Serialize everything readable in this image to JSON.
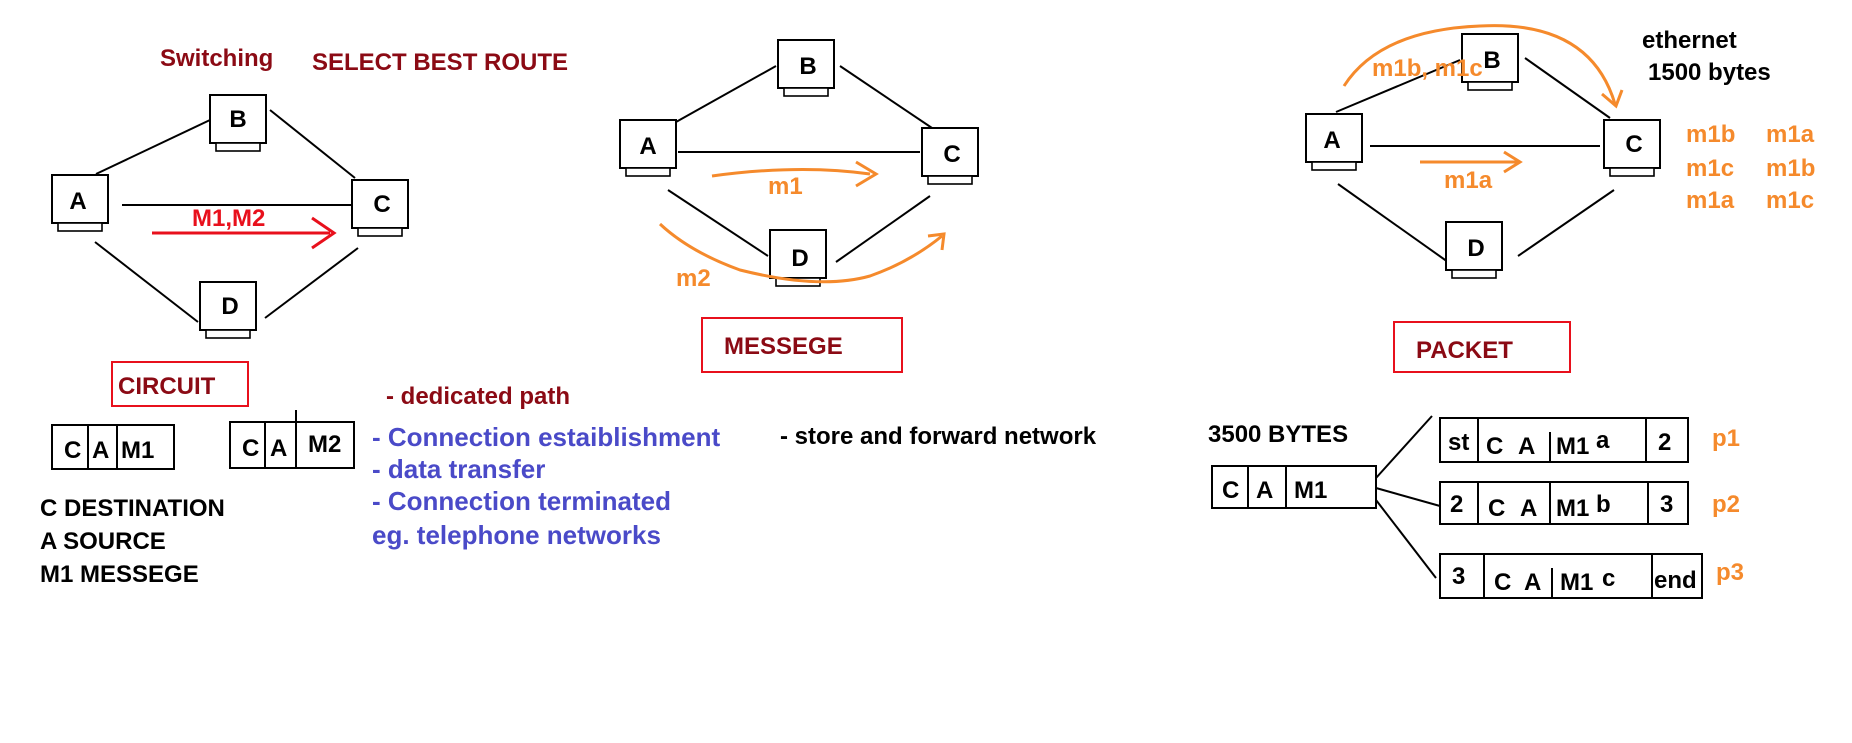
{
  "colors": {
    "black": "#000000",
    "maroon": "#8b0a14",
    "red": "#e8101c",
    "blue": "#4a4ac8",
    "orange": "#f58a2c"
  },
  "circuit": {
    "heading_1": "Switching",
    "heading_2": "SELECT BEST ROUTE",
    "nodes": {
      "a": "A",
      "b": "B",
      "c": "C",
      "d": "D"
    },
    "arrow_label": "M1,M2",
    "box_label": "CIRCUIT",
    "msg1": {
      "c": "C",
      "a": "A",
      "m": "M1"
    },
    "msg2": {
      "c": "C",
      "a": "A",
      "m": "M2"
    },
    "legend": [
      "C DESTINATION",
      "A SOURCE",
      "M1 MESSEGE"
    ],
    "notes_heading": "- dedicated path",
    "notes": [
      "- Connection estaiblishment",
      "- data transfer",
      "- Connection terminated",
      "eg. telephone networks"
    ]
  },
  "message": {
    "nodes": {
      "a": "A",
      "b": "B",
      "c": "C",
      "d": "D"
    },
    "m1_label": "m1",
    "m2_label": "m2",
    "box_label": "MESSEGE",
    "note": "- store and forward network"
  },
  "packet": {
    "nodes": {
      "a": "A",
      "b": "B",
      "c": "C",
      "d": "D"
    },
    "top_arrow_label": "m1b, m1c",
    "mid_arrow_label": "m1a",
    "ethernet_line1": "ethernet",
    "ethernet_line2": "1500 bytes",
    "order_rows": [
      [
        "m1b",
        "m1a"
      ],
      [
        "m1c",
        "m1b"
      ],
      [
        "m1a",
        "m1c"
      ]
    ],
    "box_label": "PACKET",
    "size_label": "3500 BYTES",
    "original": {
      "c": "C",
      "a": "A",
      "m": "M1"
    },
    "packets": [
      {
        "head": "st",
        "c": "C",
        "a": "A",
        "m": "M1",
        "suffix": "a",
        "tail": "2",
        "name": "p1"
      },
      {
        "head": "2",
        "c": "C",
        "a": "A",
        "m": "M1",
        "suffix": "b",
        "tail": "3",
        "name": "p2"
      },
      {
        "head": "3",
        "c": "C",
        "a": "A",
        "m": "M1",
        "suffix": "c",
        "tail": "end",
        "name": "p3"
      }
    ]
  }
}
